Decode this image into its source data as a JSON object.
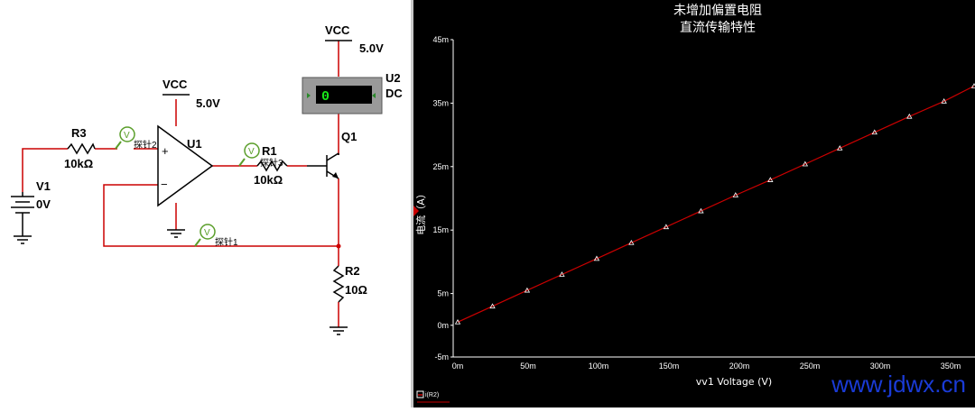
{
  "schematic": {
    "vcc_top": "VCC",
    "vcc_top_voltage": "5.0V",
    "vcc_mid": "VCC",
    "vcc_mid_voltage": "5.0V",
    "u2_ref": "U2",
    "u2_type": "DC",
    "meter_value": "0",
    "q1": "Q1",
    "u1": "U1",
    "r3": "R3",
    "r3_value": "10kΩ",
    "r1": "R1",
    "r1_value": "10kΩ",
    "r2": "R2",
    "r2_value": "10Ω",
    "v1": "V1",
    "v1_value": "0V",
    "probe1": "探针1",
    "probe2": "探针2",
    "probe3": "探针3",
    "probe_symbol": "V",
    "opamp_plus": "+",
    "opamp_minus": "−"
  },
  "colors": {
    "wire": "#cc0000",
    "plot_bg": "#000000",
    "trace": "#cc0000",
    "probe": "#5a9e2a",
    "meter_digit": "#19e619"
  },
  "chart_data": {
    "type": "line",
    "title": "未增加偏置电阻",
    "subtitle": "直流传输特性",
    "xlabel": "vv1 Voltage (V)",
    "ylabel": "电流（A）",
    "x_ticks": [
      "0m",
      "50m",
      "100m",
      "150m",
      "200m",
      "250m",
      "300m",
      "350m"
    ],
    "y_ticks": [
      "45m",
      "35m",
      "25m",
      "15m",
      "5m",
      "0m",
      "-5m"
    ],
    "xlim": [
      0,
      0.37
    ],
    "ylim": [
      -0.005,
      0.045
    ],
    "legend": "i(R2)",
    "series": [
      {
        "name": "i(R2)",
        "x": [
          0.0,
          0.0247,
          0.0493,
          0.074,
          0.0987,
          0.1233,
          0.148,
          0.1727,
          0.1973,
          0.222,
          0.2467,
          0.2713,
          0.296,
          0.3207,
          0.3453,
          0.37
        ],
        "values": [
          0.0005,
          0.003,
          0.0055,
          0.008,
          0.0105,
          0.013,
          0.0155,
          0.018,
          0.0205,
          0.0229,
          0.0254,
          0.0279,
          0.0304,
          0.0329,
          0.0353,
          0.0377
        ]
      }
    ]
  },
  "watermark": "www.jdwx.cn"
}
